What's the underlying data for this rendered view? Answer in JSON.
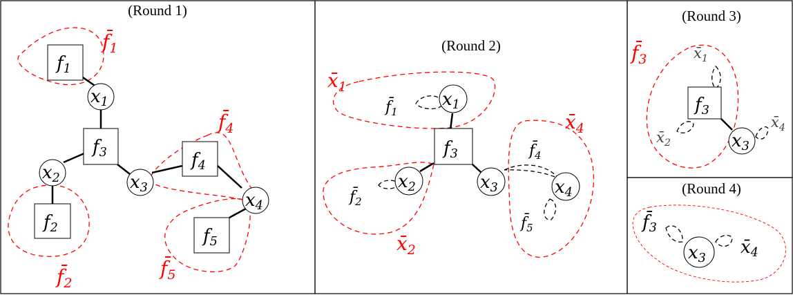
{
  "panels": {
    "round1": {
      "title": "(Round 1)"
    },
    "round2": {
      "title": "(Round 2)"
    },
    "round3": {
      "title": "(Round 3)"
    },
    "round4": {
      "title": "(Round 4)"
    }
  },
  "round1": {
    "factors": [
      {
        "base": "f",
        "sub": "1"
      },
      {
        "base": "f",
        "sub": "3"
      },
      {
        "base": "f",
        "sub": "2"
      },
      {
        "base": "f",
        "sub": "4"
      },
      {
        "base": "f",
        "sub": "5"
      }
    ],
    "variables": [
      {
        "base": "x",
        "sub": "1"
      },
      {
        "base": "x",
        "sub": "2"
      },
      {
        "base": "x",
        "sub": "3"
      },
      {
        "base": "x",
        "sub": "4"
      }
    ],
    "groups": [
      {
        "base": "f̄",
        "sub": "1"
      },
      {
        "base": "f̄",
        "sub": "2"
      },
      {
        "base": "f̄",
        "sub": "4"
      },
      {
        "base": "f̄",
        "sub": "5"
      }
    ]
  },
  "round2": {
    "factor": {
      "base": "f",
      "sub": "3"
    },
    "variables": [
      {
        "base": "x",
        "sub": "1"
      },
      {
        "base": "x",
        "sub": "2"
      },
      {
        "base": "x",
        "sub": "3"
      },
      {
        "base": "x",
        "sub": "4"
      }
    ],
    "messages": [
      {
        "base": "f̄",
        "sub": "1"
      },
      {
        "base": "f̄",
        "sub": "2"
      },
      {
        "base": "f̄",
        "sub": "4"
      },
      {
        "base": "f̄",
        "sub": "5"
      }
    ],
    "groups": [
      {
        "base": "x̄",
        "sub": "1"
      },
      {
        "base": "x̄",
        "sub": "2"
      },
      {
        "base": "x̄",
        "sub": "4"
      }
    ]
  },
  "round3": {
    "factor": {
      "base": "f",
      "sub": "3"
    },
    "variable": {
      "base": "x",
      "sub": "3"
    },
    "messages": [
      {
        "base": "x̄",
        "sub": "1"
      },
      {
        "base": "x̄",
        "sub": "2"
      },
      {
        "base": "x̄",
        "sub": "4"
      }
    ],
    "group": {
      "base": "f̄",
      "sub": "3"
    }
  },
  "round4": {
    "variable": {
      "base": "x",
      "sub": "3"
    },
    "messages": [
      {
        "base": "f̄",
        "sub": "3"
      },
      {
        "base": "x̄",
        "sub": "4"
      }
    ]
  },
  "colors": {
    "group_outline": "#ff0000",
    "node_outline": "#000000"
  }
}
